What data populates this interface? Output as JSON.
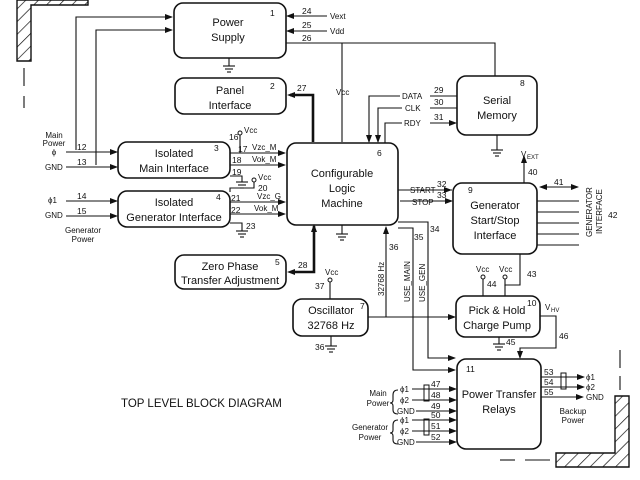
{
  "diagram": {
    "title": "TOP LEVEL BLOCK DIAGRAM",
    "blocks": [
      {
        "id": 1,
        "line1": "Power",
        "line2": "Supply",
        "num": "1"
      },
      {
        "id": 2,
        "line1": "Panel",
        "line2": "Interface",
        "num": "2"
      },
      {
        "id": 3,
        "line1": "Isolated",
        "line2": "Main Interface",
        "num": "3"
      },
      {
        "id": 4,
        "line1": "Isolated",
        "line2": "Generator Interface",
        "num": "4"
      },
      {
        "id": 5,
        "line1": "Zero Phase",
        "line2": "Transfer Adjustment",
        "num": "5"
      },
      {
        "id": 6,
        "line1": "Configurable",
        "line2": "Logic",
        "line3": "Machine",
        "num": "6"
      },
      {
        "id": 7,
        "line1": "Oscillator",
        "line2": "32768 Hz",
        "num": "7"
      },
      {
        "id": 8,
        "line1": "Serial",
        "line2": "Memory",
        "num": "8"
      },
      {
        "id": 9,
        "line1": "Generator",
        "line2": "Start/Stop",
        "line3": "Interface",
        "num": "9"
      },
      {
        "id": 10,
        "line1": "Pick & Hold",
        "line2": "Charge Pump",
        "num": "10"
      },
      {
        "id": 11,
        "line1": "Power Transfer",
        "line2": "Relays",
        "num": "11"
      }
    ],
    "signals": {
      "vext": "Vext",
      "vdd": "Vdd",
      "vcc": "Vcc",
      "data": "DATA",
      "clk": "CLK",
      "rdy": "RDY",
      "start": "START",
      "stop": "STOP",
      "vzc_m": "Vzc_M",
      "vok_m": "Vok_M",
      "vzc_g": "Vzc_G",
      "vok_m2": "Vok_M",
      "hz": "32768 Hz",
      "use_main": "USE_MAIN",
      "use_gen": "USE_GEN",
      "vext_sub_v": "V",
      "vext_sub": "EXT",
      "vhv_v": "V",
      "vhv_sub": "HV",
      "gen_iface": "GENERATOR",
      "gen_iface2": "INTERFACE",
      "phi": "ϕ",
      "phi1": "ϕ1",
      "phi2": "ϕ2",
      "gnd": "GND"
    },
    "side_labels": {
      "main_power_1": "Main",
      "main_power_2": "Power",
      "generator_power_1": "Generator",
      "generator_power_2": "Power",
      "backup_power_1": "Backup",
      "backup_power_2": "Power"
    },
    "numbers": {
      "n12": "12",
      "n13": "13",
      "n14": "14",
      "n15": "15",
      "n16": "16",
      "n17": "17",
      "n18": "18",
      "n19": "19",
      "n20": "20",
      "n21": "21",
      "n22": "22",
      "n23": "23",
      "n24": "24",
      "n25": "25",
      "n26": "26",
      "n27": "27",
      "n28": "28",
      "n29": "29",
      "n30": "30",
      "n31": "31",
      "n32": "32",
      "n33": "33",
      "n34": "34",
      "n35": "35",
      "n36": "36",
      "n36b": "36",
      "n37": "37",
      "n40": "40",
      "n41": "41",
      "n42": "42",
      "n43": "43",
      "n44": "44",
      "n45": "45",
      "n46": "46",
      "n47": "47",
      "n48": "48",
      "n49": "49",
      "n50": "50",
      "n51": "51",
      "n52": "52",
      "n53": "53",
      "n54": "54",
      "n55": "55"
    }
  }
}
